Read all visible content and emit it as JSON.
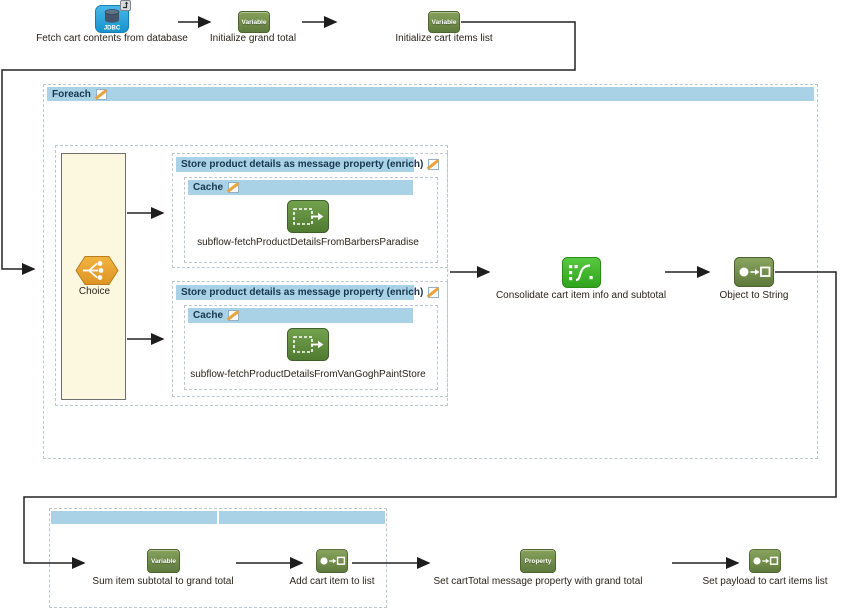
{
  "top_row": {
    "fetch_cart": {
      "label": "Fetch cart contents from database",
      "icon_text": "JDBC"
    },
    "init_grand_total": {
      "label": "Initialize grand total",
      "icon_text": "Variable"
    },
    "init_cart_items": {
      "label": "Initialize cart items list",
      "icon_text": "Variable"
    }
  },
  "foreach": {
    "title": "Foreach",
    "choice": {
      "label": "Choice"
    },
    "enrich_top": {
      "title": "Store product details as message property (enrich)",
      "cache_title": "Cache",
      "subflow_label": "subflow-fetchProductDetailsFromBarbersParadise"
    },
    "enrich_bottom": {
      "title": "Store product details as message property (enrich)",
      "cache_title": "Cache",
      "subflow_label": "subflow-fetchProductDetailsFromVanGoghPaintStore"
    },
    "consolidate": {
      "label": "Consolidate cart item info and subtotal"
    },
    "object_to_string": {
      "label": "Object to String"
    },
    "sum_item_subtotal": {
      "label": "Sum item subtotal to grand total",
      "icon_text": "Variable"
    },
    "add_cart_item": {
      "label": "Add cart item to list"
    }
  },
  "tail_row": {
    "set_cart_total": {
      "label": "Set cartTotal message property with grand total",
      "icon_text": "Property"
    },
    "set_payload": {
      "label": "Set payload to cart items list"
    }
  },
  "colors": {
    "scope_header_blue": "#a9d2e7",
    "choice_fill": "#fcf8df",
    "choice_icon_orange": "#eca73a",
    "variable_icon_green": "#6d8746",
    "jdbc_icon_blue": "#2aa5dd",
    "expression_icon_green": "#46bb31",
    "connector": "#222222"
  }
}
